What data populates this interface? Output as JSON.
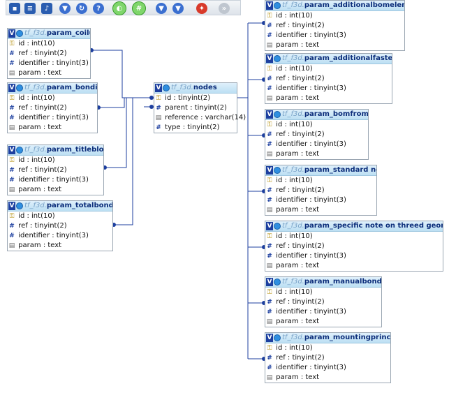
{
  "diagram": {
    "schema_prefix": "tf_f3d",
    "tables": [
      {
        "name": "param_coilup",
        "columns": [
          {
            "icon": "key",
            "text": "id : int(10)"
          },
          {
            "icon": "hash",
            "text": "ref : tinyint(2)"
          },
          {
            "icon": "hash",
            "text": "identifier : tinyint(3)"
          },
          {
            "icon": "text",
            "text": "param : text"
          }
        ]
      },
      {
        "name": "param_bonding",
        "columns": [
          {
            "icon": "key",
            "text": "id : int(10)"
          },
          {
            "icon": "hash",
            "text": "ref : tinyint(2)"
          },
          {
            "icon": "hash",
            "text": "identifier : tinyint(3)"
          },
          {
            "icon": "text",
            "text": "param : text"
          }
        ]
      },
      {
        "name": "param_titleblock",
        "columns": [
          {
            "icon": "key",
            "text": "id : int(10)"
          },
          {
            "icon": "hash",
            "text": "ref : tinyint(2)"
          },
          {
            "icon": "hash",
            "text": "identifier : tinyint(3)"
          },
          {
            "icon": "text",
            "text": "param : text"
          }
        ]
      },
      {
        "name": "param_totalbonding",
        "columns": [
          {
            "icon": "key",
            "text": "id : int(10)"
          },
          {
            "icon": "hash",
            "text": "ref : tinyint(2)"
          },
          {
            "icon": "hash",
            "text": "identifier : tinyint(3)"
          },
          {
            "icon": "text",
            "text": "param : text"
          }
        ]
      },
      {
        "name": "nodes",
        "columns": [
          {
            "icon": "key",
            "text": "id : tinyint(2)"
          },
          {
            "icon": "hash",
            "text": "parent : tinyint(2)"
          },
          {
            "icon": "text",
            "text": "reference : varchar(14)"
          },
          {
            "icon": "hash",
            "text": "type : tinyint(2)"
          }
        ]
      },
      {
        "name": "param_additionalbomelement",
        "columns": [
          {
            "icon": "key",
            "text": "id : int(10)"
          },
          {
            "icon": "hash",
            "text": "ref : tinyint(2)"
          },
          {
            "icon": "hash",
            "text": "identifier : tinyint(3)"
          },
          {
            "icon": "text",
            "text": "param : text"
          }
        ]
      },
      {
        "name": "param_additionalfastener",
        "columns": [
          {
            "icon": "key",
            "text": "id : int(10)"
          },
          {
            "icon": "hash",
            "text": "ref : tinyint(2)"
          },
          {
            "icon": "hash",
            "text": "identifier : tinyint(3)"
          },
          {
            "icon": "text",
            "text": "param : text"
          }
        ]
      },
      {
        "name": "param_bomfromps",
        "columns": [
          {
            "icon": "key",
            "text": "id : int(10)"
          },
          {
            "icon": "hash",
            "text": "ref : tinyint(2)"
          },
          {
            "icon": "hash",
            "text": "identifier : tinyint(3)"
          },
          {
            "icon": "text",
            "text": "param : text"
          }
        ]
      },
      {
        "name": "param_standard note",
        "columns": [
          {
            "icon": "key",
            "text": "id : int(10)"
          },
          {
            "icon": "hash",
            "text": "ref : tinyint(2)"
          },
          {
            "icon": "hash",
            "text": "identifier : tinyint(3)"
          },
          {
            "icon": "text",
            "text": "param : text"
          }
        ]
      },
      {
        "name": "param_specific note on threed geometry",
        "columns": [
          {
            "icon": "key",
            "text": "id : int(10)"
          },
          {
            "icon": "hash",
            "text": "ref : tinyint(2)"
          },
          {
            "icon": "hash",
            "text": "identifier : tinyint(3)"
          },
          {
            "icon": "text",
            "text": "param : text"
          }
        ]
      },
      {
        "name": "param_manualbonding",
        "columns": [
          {
            "icon": "key",
            "text": "id : int(10)"
          },
          {
            "icon": "hash",
            "text": "ref : tinyint(2)"
          },
          {
            "icon": "hash",
            "text": "identifier : tinyint(3)"
          },
          {
            "icon": "text",
            "text": "param : text"
          }
        ]
      },
      {
        "name": "param_mountingprinciple",
        "columns": [
          {
            "icon": "key",
            "text": "id : int(10)"
          },
          {
            "icon": "hash",
            "text": "ref : tinyint(2)"
          },
          {
            "icon": "hash",
            "text": "identifier : tinyint(3)"
          },
          {
            "icon": "text",
            "text": "param : text"
          }
        ]
      }
    ]
  },
  "toolbar": {
    "buttons": [
      {
        "name": "save-icon",
        "color": "#2a5db0"
      },
      {
        "name": "list-icon",
        "color": "#2a5db0"
      },
      {
        "name": "music-note-icon",
        "color": "#2a5db0"
      },
      {
        "name": "down-arrow-icon",
        "color": "#3b6fd0"
      },
      {
        "name": "reload-icon",
        "color": "#3b6fd0"
      },
      {
        "name": "help-icon",
        "color": "#3b6fd0"
      },
      {
        "name": "toggle-lines-icon",
        "color": "#7fd66b"
      },
      {
        "name": "toggle-grid-icon",
        "color": "#7fd66b"
      },
      {
        "name": "collapse-icon",
        "color": "#3b6fd0"
      },
      {
        "name": "expand-icon",
        "color": "#3b6fd0"
      },
      {
        "name": "pdf-icon",
        "color": "#d83a2a"
      },
      {
        "name": "next-icon",
        "color": "#bfc6cf"
      }
    ]
  },
  "colors": {
    "line": "#1d3f9f",
    "header": "#bcdff3",
    "title": "#0c2d7a"
  }
}
